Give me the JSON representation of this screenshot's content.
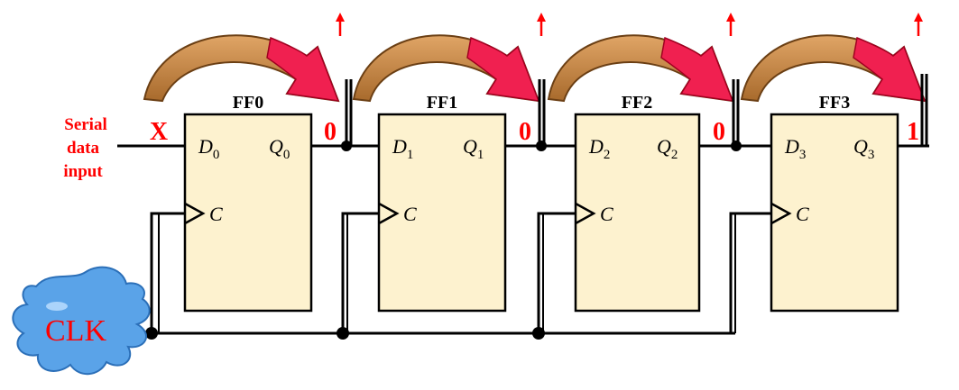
{
  "flip_flops": [
    {
      "title": "FF0",
      "d_label": "D",
      "d_sub": "0",
      "q_label": "Q",
      "q_sub": "0",
      "clk_label": "C",
      "output_value": "0"
    },
    {
      "title": "FF1",
      "d_label": "D",
      "d_sub": "1",
      "q_label": "Q",
      "q_sub": "1",
      "clk_label": "C",
      "output_value": "0"
    },
    {
      "title": "FF2",
      "d_label": "D",
      "d_sub": "2",
      "q_label": "Q",
      "q_sub": "2",
      "clk_label": "C",
      "output_value": "0"
    },
    {
      "title": "FF3",
      "d_label": "D",
      "d_sub": "3",
      "q_label": "Q",
      "q_sub": "3",
      "clk_label": "C",
      "output_value": "1"
    }
  ],
  "serial_input": {
    "label_line1": "Serial",
    "label_line2": "data",
    "label_line3": "input",
    "value": "X"
  },
  "clock": {
    "label": "CLK"
  },
  "colors": {
    "ff_fill": "#fdf2cf",
    "wire": "#000000",
    "value_red": "#ff0000",
    "arrow_tan": "#c98a45",
    "arrow_pink": "#f02050",
    "clk_splash": "#5aa3e8"
  }
}
